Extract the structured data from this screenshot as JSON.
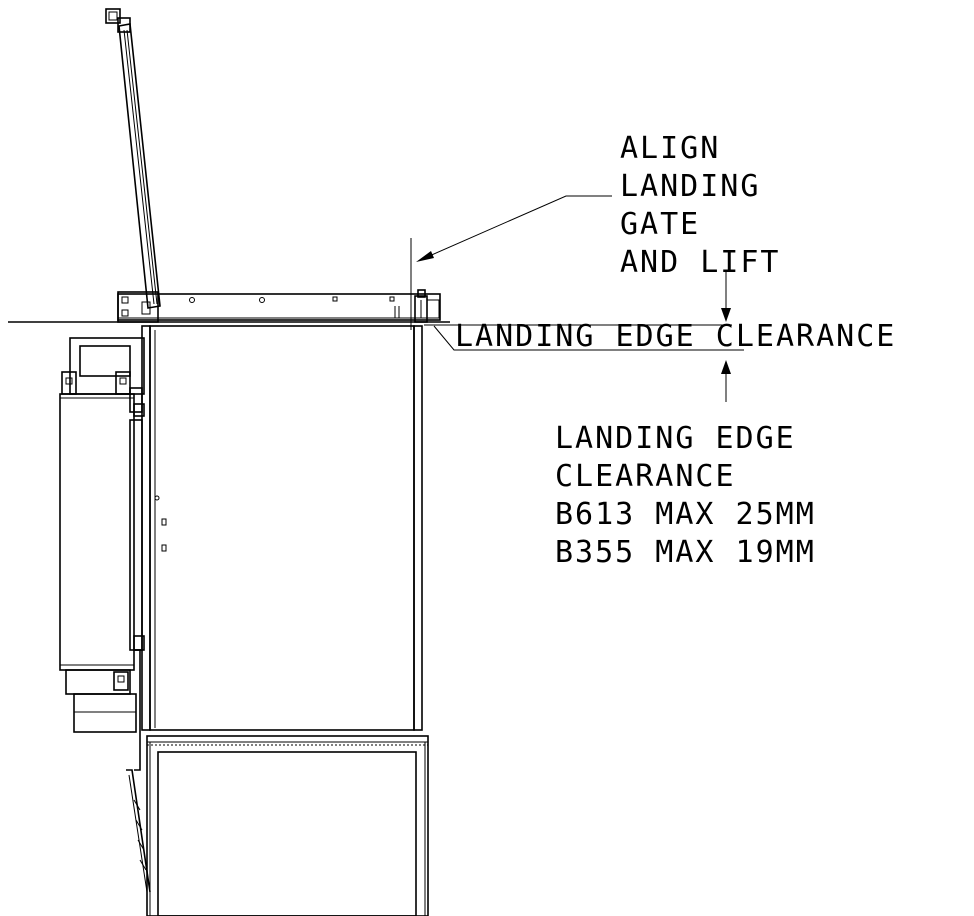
{
  "notes": {
    "align": {
      "lines": [
        "ALIGN",
        "LANDING",
        "GATE",
        "AND LIFT"
      ]
    },
    "edge_label": "LANDING EDGE CLEARANCE",
    "clearance": {
      "lines": [
        "LANDING EDGE",
        "CLEARANCE",
        "B613 MAX 25MM",
        "B355 MAX 19MM"
      ]
    }
  },
  "colors": {
    "ink": "#000000",
    "paper": "#ffffff"
  }
}
